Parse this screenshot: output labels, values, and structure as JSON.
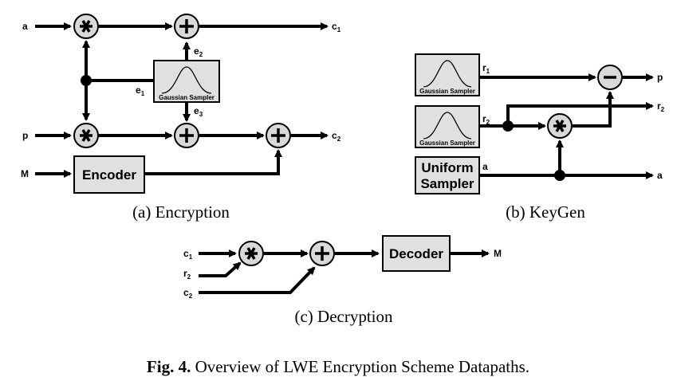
{
  "encryption": {
    "inputs": {
      "a": "a",
      "p": "p",
      "M": "M"
    },
    "outputs": {
      "c1": "c",
      "c1_sub": "1",
      "c2": "c",
      "c2_sub": "2"
    },
    "noise": {
      "e1": "e",
      "e1_sub": "1",
      "e2": "e",
      "e2_sub": "2",
      "e3": "e",
      "e3_sub": "3"
    },
    "gaussian_label": "Gaussian Sampler",
    "encoder_label": "Encoder",
    "caption": "(a) Encryption"
  },
  "keygen": {
    "gaussian1_label": "Gaussian Sampler",
    "gaussian2_label": "Gaussian Sampler",
    "uniform_line1": "Uniform",
    "uniform_line2": "Sampler",
    "r1": "r",
    "r1_sub": "1",
    "r2": "r",
    "r2_sub": "2",
    "a_in": "a",
    "out_p": "p",
    "out_r2": "r",
    "out_r2_sub": "2",
    "out_a": "a",
    "caption": "(b) KeyGen"
  },
  "decryption": {
    "c1": "c",
    "c1_sub": "1",
    "r2": "r",
    "r2_sub": "2",
    "c2": "c",
    "c2_sub": "2",
    "decoder_label": "Decoder",
    "out_M": "M",
    "caption": "(c) Decryption"
  },
  "figure": {
    "label": "Fig. 4.",
    "caption": " Overview of LWE Encryption Scheme Datapaths."
  }
}
